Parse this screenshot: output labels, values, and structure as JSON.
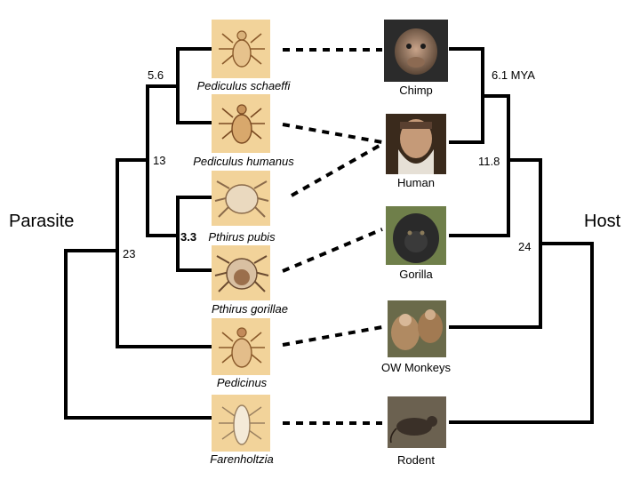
{
  "sides": {
    "parasite": "Parasite",
    "host": "Host"
  },
  "parasites": [
    {
      "name": "Pediculus schaeffi"
    },
    {
      "name": "Pediculus humanus"
    },
    {
      "name": "Pthirus pubis"
    },
    {
      "name": "Pthirus gorillae"
    },
    {
      "name": "Pedicinus"
    },
    {
      "name": "Farenholtzia"
    }
  ],
  "hosts": [
    {
      "name": "Chimp"
    },
    {
      "name": "Human"
    },
    {
      "name": "Gorilla"
    },
    {
      "name": "OW Monkeys"
    },
    {
      "name": "Rodent"
    }
  ],
  "parasite_nodes": [
    "5.6",
    "13",
    "3.3",
    "23"
  ],
  "host_nodes": [
    "6.1 MYA",
    "11.8",
    "24"
  ],
  "colors": {
    "parasite_photo_bg": "#f2d39a",
    "line": "#000000"
  }
}
